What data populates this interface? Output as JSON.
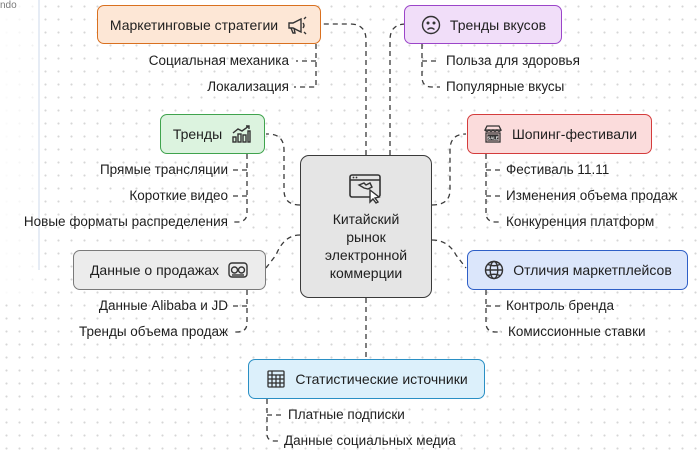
{
  "edge_fragment": "ndo",
  "center": {
    "title": "Китайский\nрынок\nэлектронной\nкоммерции",
    "icon": "browser-cursor-icon"
  },
  "branches": {
    "marketing": {
      "label": "Маркетинговые стратегии",
      "icon": "megaphone-icon",
      "color": "#d9701f",
      "items": [
        "Социальная механика",
        "Локализация"
      ]
    },
    "tastes": {
      "label": "Тренды вкусов",
      "icon": "sad-face-icon",
      "color": "#9b45c9",
      "items": [
        "Польза для здоровья",
        "Популярные вкусы"
      ]
    },
    "trends": {
      "label": "Тренды",
      "icon": "bar-chart-icon",
      "color": "#3fa34d",
      "items": [
        "Прямые трансляции",
        "Короткие видео",
        "Новые форматы распределения"
      ]
    },
    "festivals": {
      "label": "Шопинг-фестивали",
      "icon": "sale-store-icon",
      "color": "#d43c3c",
      "items": [
        "Фестиваль 11.11",
        "Изменения объема продаж",
        "Конкуренция платформ"
      ]
    },
    "sales": {
      "label": "Данные о продажах",
      "icon": "cash-register-icon",
      "color": "#7a7a7a",
      "items": [
        "Данные Alibaba и JD",
        "Тренды объема продаж"
      ]
    },
    "marketplaces": {
      "label": "Отличия маркетплейсов",
      "icon": "globe-icon",
      "color": "#2e5fc7",
      "items": [
        "Контроль бренда",
        "Комиссионные ставки"
      ]
    },
    "stats": {
      "label": "Статистические источники",
      "icon": "spreadsheet-icon",
      "color": "#2a8fc4",
      "items": [
        "Платные подписки",
        "Данные социальных медиа"
      ]
    }
  }
}
